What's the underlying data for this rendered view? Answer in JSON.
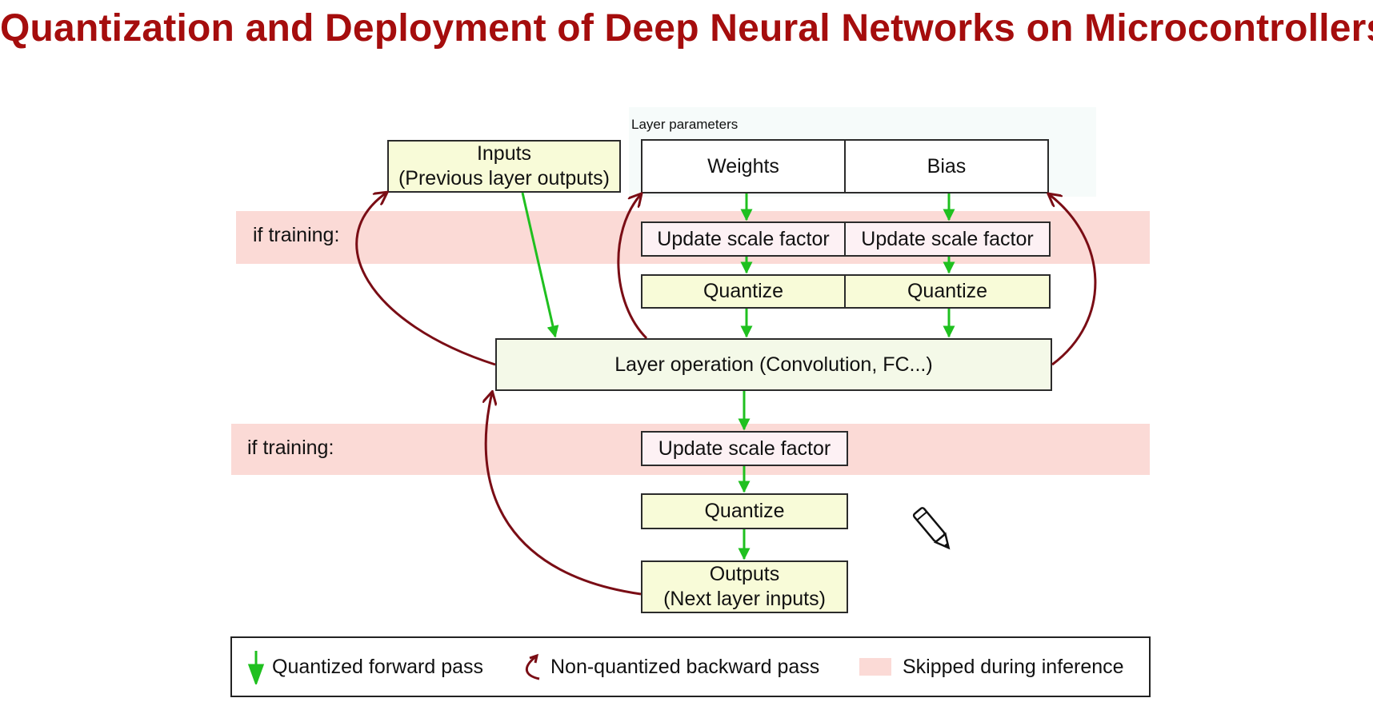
{
  "title": "Quantization and Deployment of Deep Neural Networks on Microcontrollers",
  "diagram": {
    "param_group_label": "Layer parameters",
    "band_label_top": "if training:",
    "band_label_bottom": "if training:",
    "inputs_line1": "Inputs",
    "inputs_line2": "(Previous layer outputs)",
    "weights": "Weights",
    "bias": "Bias",
    "update_scale_weights": "Update scale factor",
    "update_scale_bias": "Update scale factor",
    "quantize_weights": "Quantize",
    "quantize_bias": "Quantize",
    "layer_operation": "Layer operation (Convolution, FC...)",
    "update_scale_output": "Update scale factor",
    "quantize_output": "Quantize",
    "outputs_line1": "Outputs",
    "outputs_line2": "(Next layer inputs)"
  },
  "legend": {
    "forward": "Quantized forward pass",
    "backward": "Non-quantized backward pass",
    "skipped": "Skipped during inference"
  },
  "colors": {
    "title": "#a50d0d",
    "forward_arrow": "#1fc01f",
    "backward_arrow": "#7a0d15",
    "skipped_band": "#fbdad6",
    "box_yellow": "#f8fbd8",
    "box_pink": "#fdf1f4"
  },
  "icons": {
    "annotation": "pencil-icon"
  }
}
